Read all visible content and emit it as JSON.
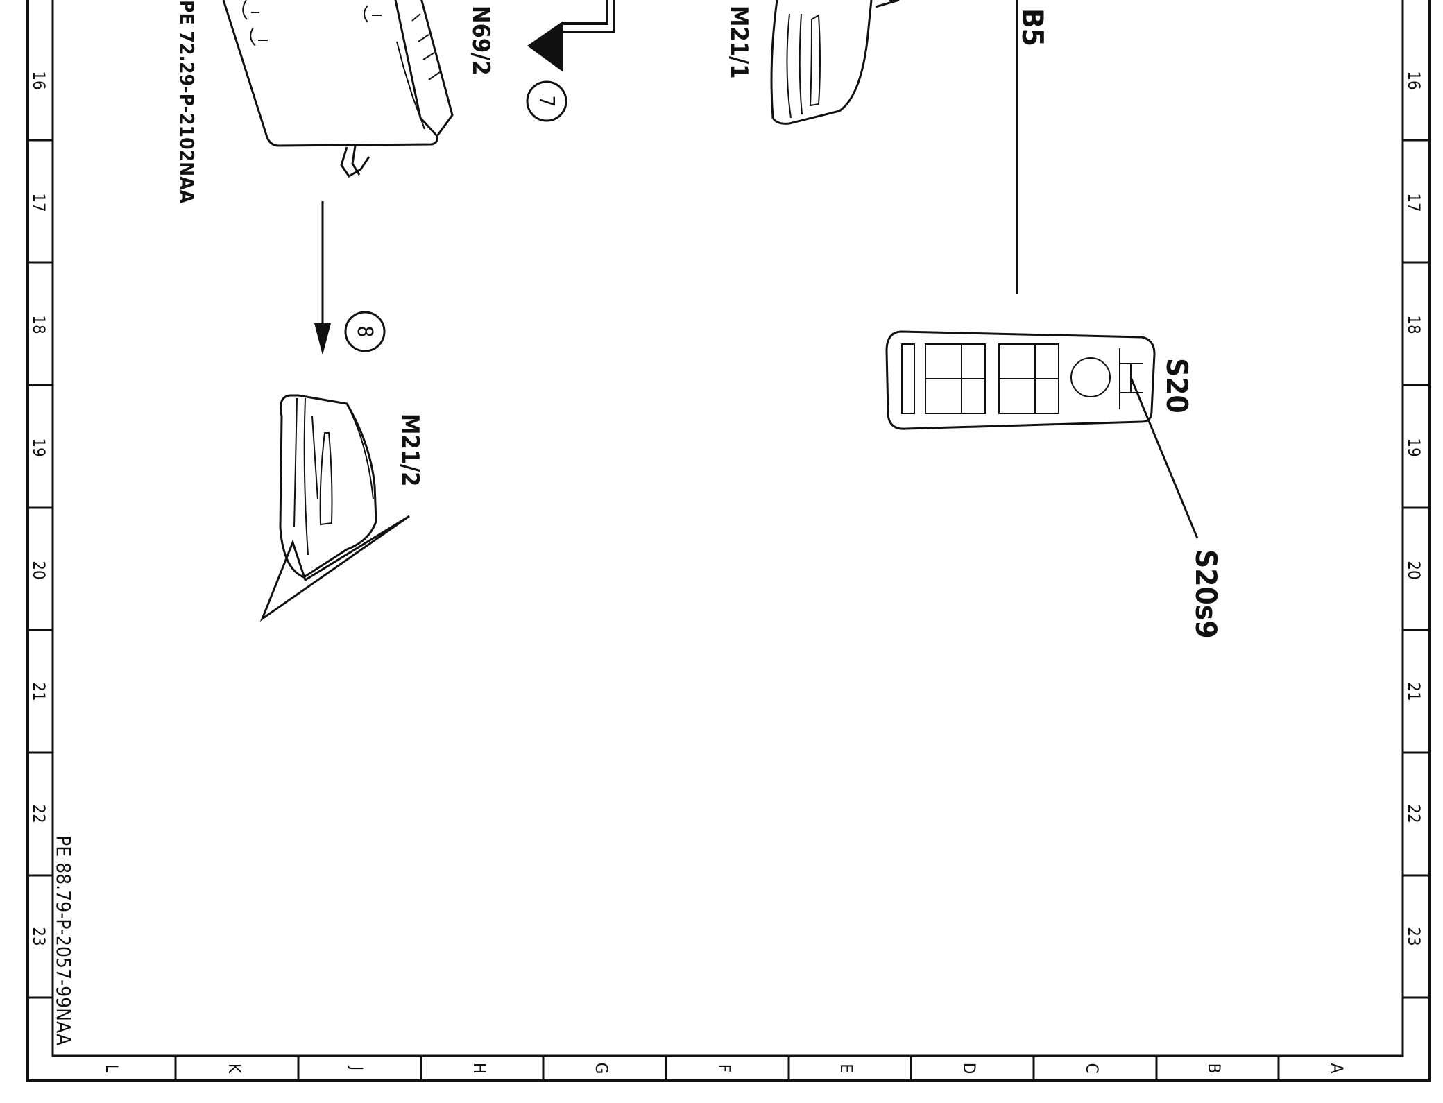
{
  "frame": {
    "row_numbers": [
      "16",
      "17",
      "18",
      "19",
      "20",
      "21",
      "22",
      "23"
    ],
    "column_letters": [
      "L",
      "K",
      "J",
      "H",
      "G",
      "F",
      "E",
      "D",
      "C",
      "B",
      "A"
    ]
  },
  "components": {
    "n69_2": {
      "label": "N69/2",
      "reference": "PE 72.29-P-2102NAA"
    },
    "m21_1": {
      "label": "M21/1"
    },
    "m21_2": {
      "label": "M21/2"
    },
    "b5": {
      "label": "B5"
    },
    "s20": {
      "label": "S20"
    },
    "s20s9": {
      "label": "S20s9"
    }
  },
  "callouts": {
    "seven": "7",
    "eight": "8"
  },
  "sheet_reference": "PE 88.79-P-2057-99NAA"
}
